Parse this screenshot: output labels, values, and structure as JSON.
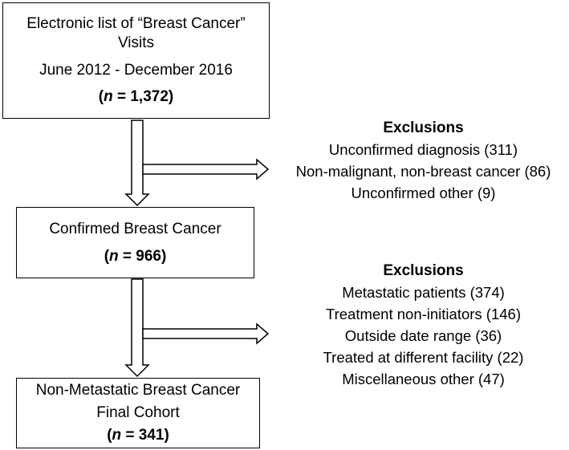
{
  "boxes": {
    "top": {
      "line1": "Electronic list of “Breast Cancer”",
      "line2": "Visits",
      "line3": "June 2012 - December 2016",
      "n_label": "n",
      "n_value": " = 1,372)"
    },
    "middle": {
      "line1": "Confirmed Breast Cancer",
      "n_label": "n",
      "n_value": " = 966)"
    },
    "bottom": {
      "line1": "Non-Metastatic Breast Cancer",
      "line2": "Final Cohort",
      "n_label": "n",
      "n_value": " = 341)"
    }
  },
  "exclusions1": {
    "heading": "Exclusions",
    "items": [
      "Unconfirmed diagnosis (311)",
      "Non-malignant, non-breast cancer (86)",
      "Unconfirmed other (9)"
    ]
  },
  "exclusions2": {
    "heading": "Exclusions",
    "items": [
      "Metastatic patients (374)",
      "Treatment non-initiators (146)",
      "Outside date range (36)",
      "Treated at different facility (22)",
      "Miscellaneous other (47)"
    ]
  },
  "open_paren": "("
}
